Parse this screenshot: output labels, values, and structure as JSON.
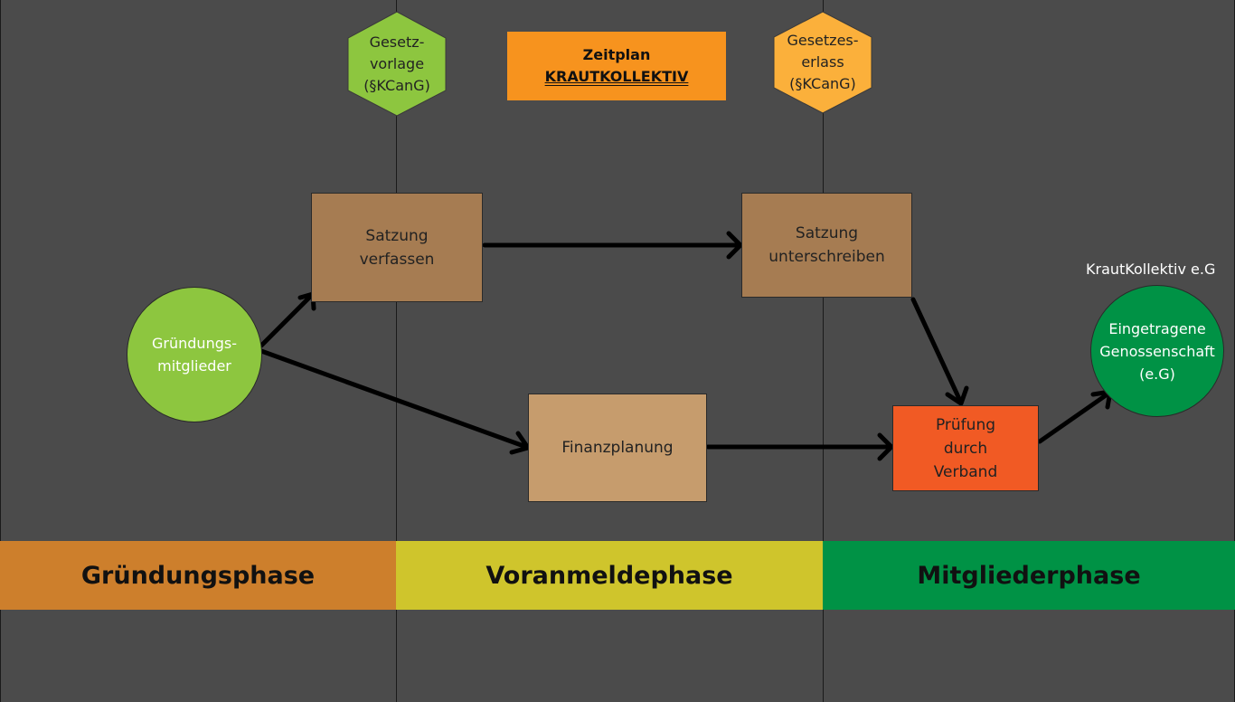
{
  "title": {
    "line1": "Zeitplan",
    "line2": "KRAUTKOLLEKTIV"
  },
  "hexagons": {
    "gesetzvorlage": {
      "lines": [
        "Gesetz-",
        "vorlage",
        "(§KCanG)"
      ],
      "color": "#8dc63f"
    },
    "gesetzeserlass": {
      "lines": [
        "Gesetzes-",
        "erlass",
        "(§KCanG)"
      ],
      "color": "#fbb03b"
    }
  },
  "nodes": {
    "gruendungsmitglieder": {
      "lines": [
        "Gründungs-",
        "mitglieder"
      ],
      "color": "#8dc63f"
    },
    "satzung_verfassen": {
      "lines": [
        "Satzung",
        "verfassen"
      ],
      "color": "#a67c52"
    },
    "satzung_unterschreiben": {
      "lines": [
        "Satzung",
        "unterschreiben"
      ],
      "color": "#a67c52"
    },
    "finanzplanung": {
      "lines": [
        "Finanzplanung"
      ],
      "color": "#c69c6d"
    },
    "pruefung": {
      "lines": [
        "Prüfung",
        "durch",
        "Verband"
      ],
      "color": "#f15a24"
    },
    "genossenschaft": {
      "lines": [
        "Eingetragene",
        "Genossenschaft",
        "(e.G)"
      ],
      "color": "#009245"
    }
  },
  "caption": "KrautKollektiv e.G",
  "phases": [
    {
      "label": "Gründungsphase",
      "color": "#cd7f2c"
    },
    {
      "label": "Voranmeldephase",
      "color": "#cfc52c"
    },
    {
      "label": "Mitgliederphase",
      "color": "#009245"
    }
  ],
  "colors": {
    "background": "#4b4b4b",
    "title_box": "#f7931e",
    "arrow": "#000000"
  }
}
